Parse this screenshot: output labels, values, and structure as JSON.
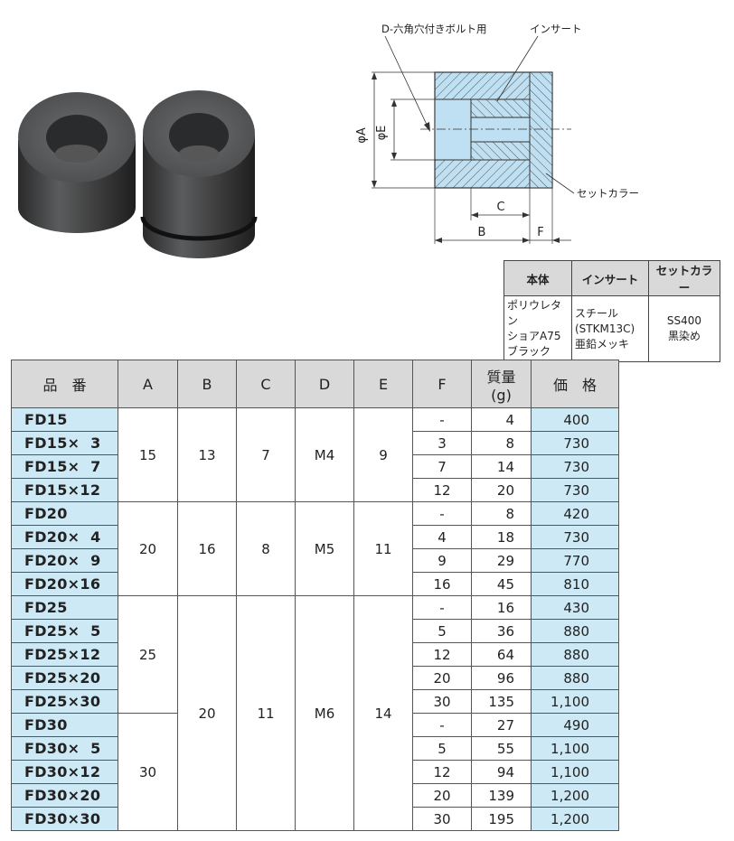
{
  "diagram": {
    "label_bolt": "D-六角穴付きボルト用",
    "label_insert": "インサート",
    "label_collar": "セットカラー",
    "dim_a": "φA",
    "dim_e": "φE",
    "dim_b": "B",
    "dim_c": "C",
    "dim_f": "F"
  },
  "materials": {
    "headers": [
      "本体",
      "インサート",
      "セットカラー"
    ],
    "body": [
      "ポリウレタン",
      "ショアA75",
      "ブラック"
    ],
    "insert": [
      "スチール",
      "(STKM13C)",
      "亜鉛メッキ"
    ],
    "collar": [
      "SS400",
      "黒染め"
    ]
  },
  "spec": {
    "headers": {
      "part": "品　番",
      "a": "A",
      "b": "B",
      "c": "C",
      "d": "D",
      "e": "E",
      "f": "F",
      "weight": "質量",
      "weight_unit": "(g)",
      "price": "価　格"
    },
    "groups": [
      {
        "a": "15",
        "b": "13",
        "c": "7",
        "d": "M4",
        "e": "9"
      },
      {
        "a": "20",
        "b": "16",
        "c": "8",
        "d": "M5",
        "e": "11"
      },
      {
        "a": "25"
      },
      {
        "a": "30"
      }
    ],
    "shared_25_30": {
      "b": "20",
      "c": "11",
      "d": "M6",
      "e": "14"
    },
    "rows": [
      {
        "part": "FD15",
        "f": "-",
        "weight": "4",
        "price": "400"
      },
      {
        "part": "FD15×  3",
        "f": "3",
        "weight": "8",
        "price": "730"
      },
      {
        "part": "FD15×  7",
        "f": "7",
        "weight": "14",
        "price": "730"
      },
      {
        "part": "FD15×12",
        "f": "12",
        "weight": "20",
        "price": "730"
      },
      {
        "part": "FD20",
        "f": "-",
        "weight": "8",
        "price": "420"
      },
      {
        "part": "FD20×  4",
        "f": "4",
        "weight": "18",
        "price": "730"
      },
      {
        "part": "FD20×  9",
        "f": "9",
        "weight": "29",
        "price": "770"
      },
      {
        "part": "FD20×16",
        "f": "16",
        "weight": "45",
        "price": "810"
      },
      {
        "part": "FD25",
        "f": "-",
        "weight": "16",
        "price": "430"
      },
      {
        "part": "FD25×  5",
        "f": "5",
        "weight": "36",
        "price": "880"
      },
      {
        "part": "FD25×12",
        "f": "12",
        "weight": "64",
        "price": "880"
      },
      {
        "part": "FD25×20",
        "f": "20",
        "weight": "96",
        "price": "880"
      },
      {
        "part": "FD25×30",
        "f": "30",
        "weight": "135",
        "price": "1,100"
      },
      {
        "part": "FD30",
        "f": "-",
        "weight": "27",
        "price": "490"
      },
      {
        "part": "FD30×  5",
        "f": "5",
        "weight": "55",
        "price": "1,100"
      },
      {
        "part": "FD30×12",
        "f": "12",
        "weight": "94",
        "price": "1,100"
      },
      {
        "part": "FD30×20",
        "f": "20",
        "weight": "139",
        "price": "1,200"
      },
      {
        "part": "FD30×30",
        "f": "30",
        "weight": "195",
        "price": "1,200"
      }
    ]
  }
}
